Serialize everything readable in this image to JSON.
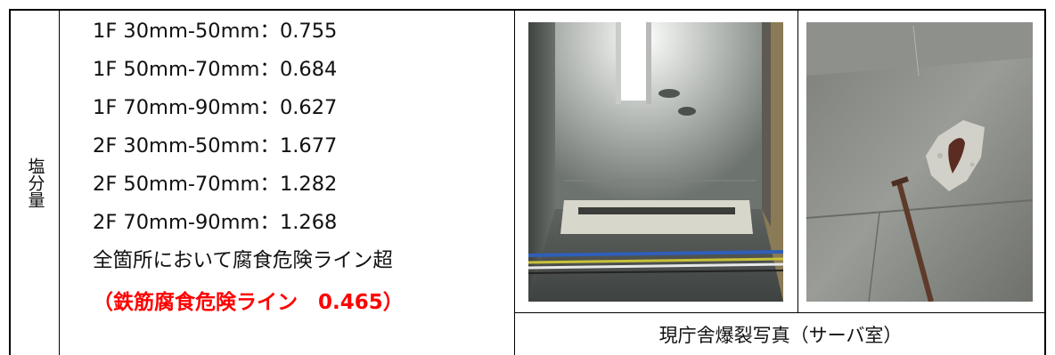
{
  "table": {
    "label": "塩分量",
    "rows": [
      "1F 30mm-50mm：0.755",
      "1F 50mm-70mm：0.684",
      "1F 70mm-90mm：0.627",
      "2F 30mm-50mm：1.677",
      "2F 50mm-70mm：1.282",
      "2F 70mm-90mm：1.268",
      "全箇所において腐食危険ライン超"
    ],
    "highlight": "（鉄筋腐食危険ライン　0.465）",
    "caption": "現庁舎爆裂写真（サーバ室）"
  },
  "colors": {
    "highlight": "#ff0000",
    "border": "#000000"
  }
}
